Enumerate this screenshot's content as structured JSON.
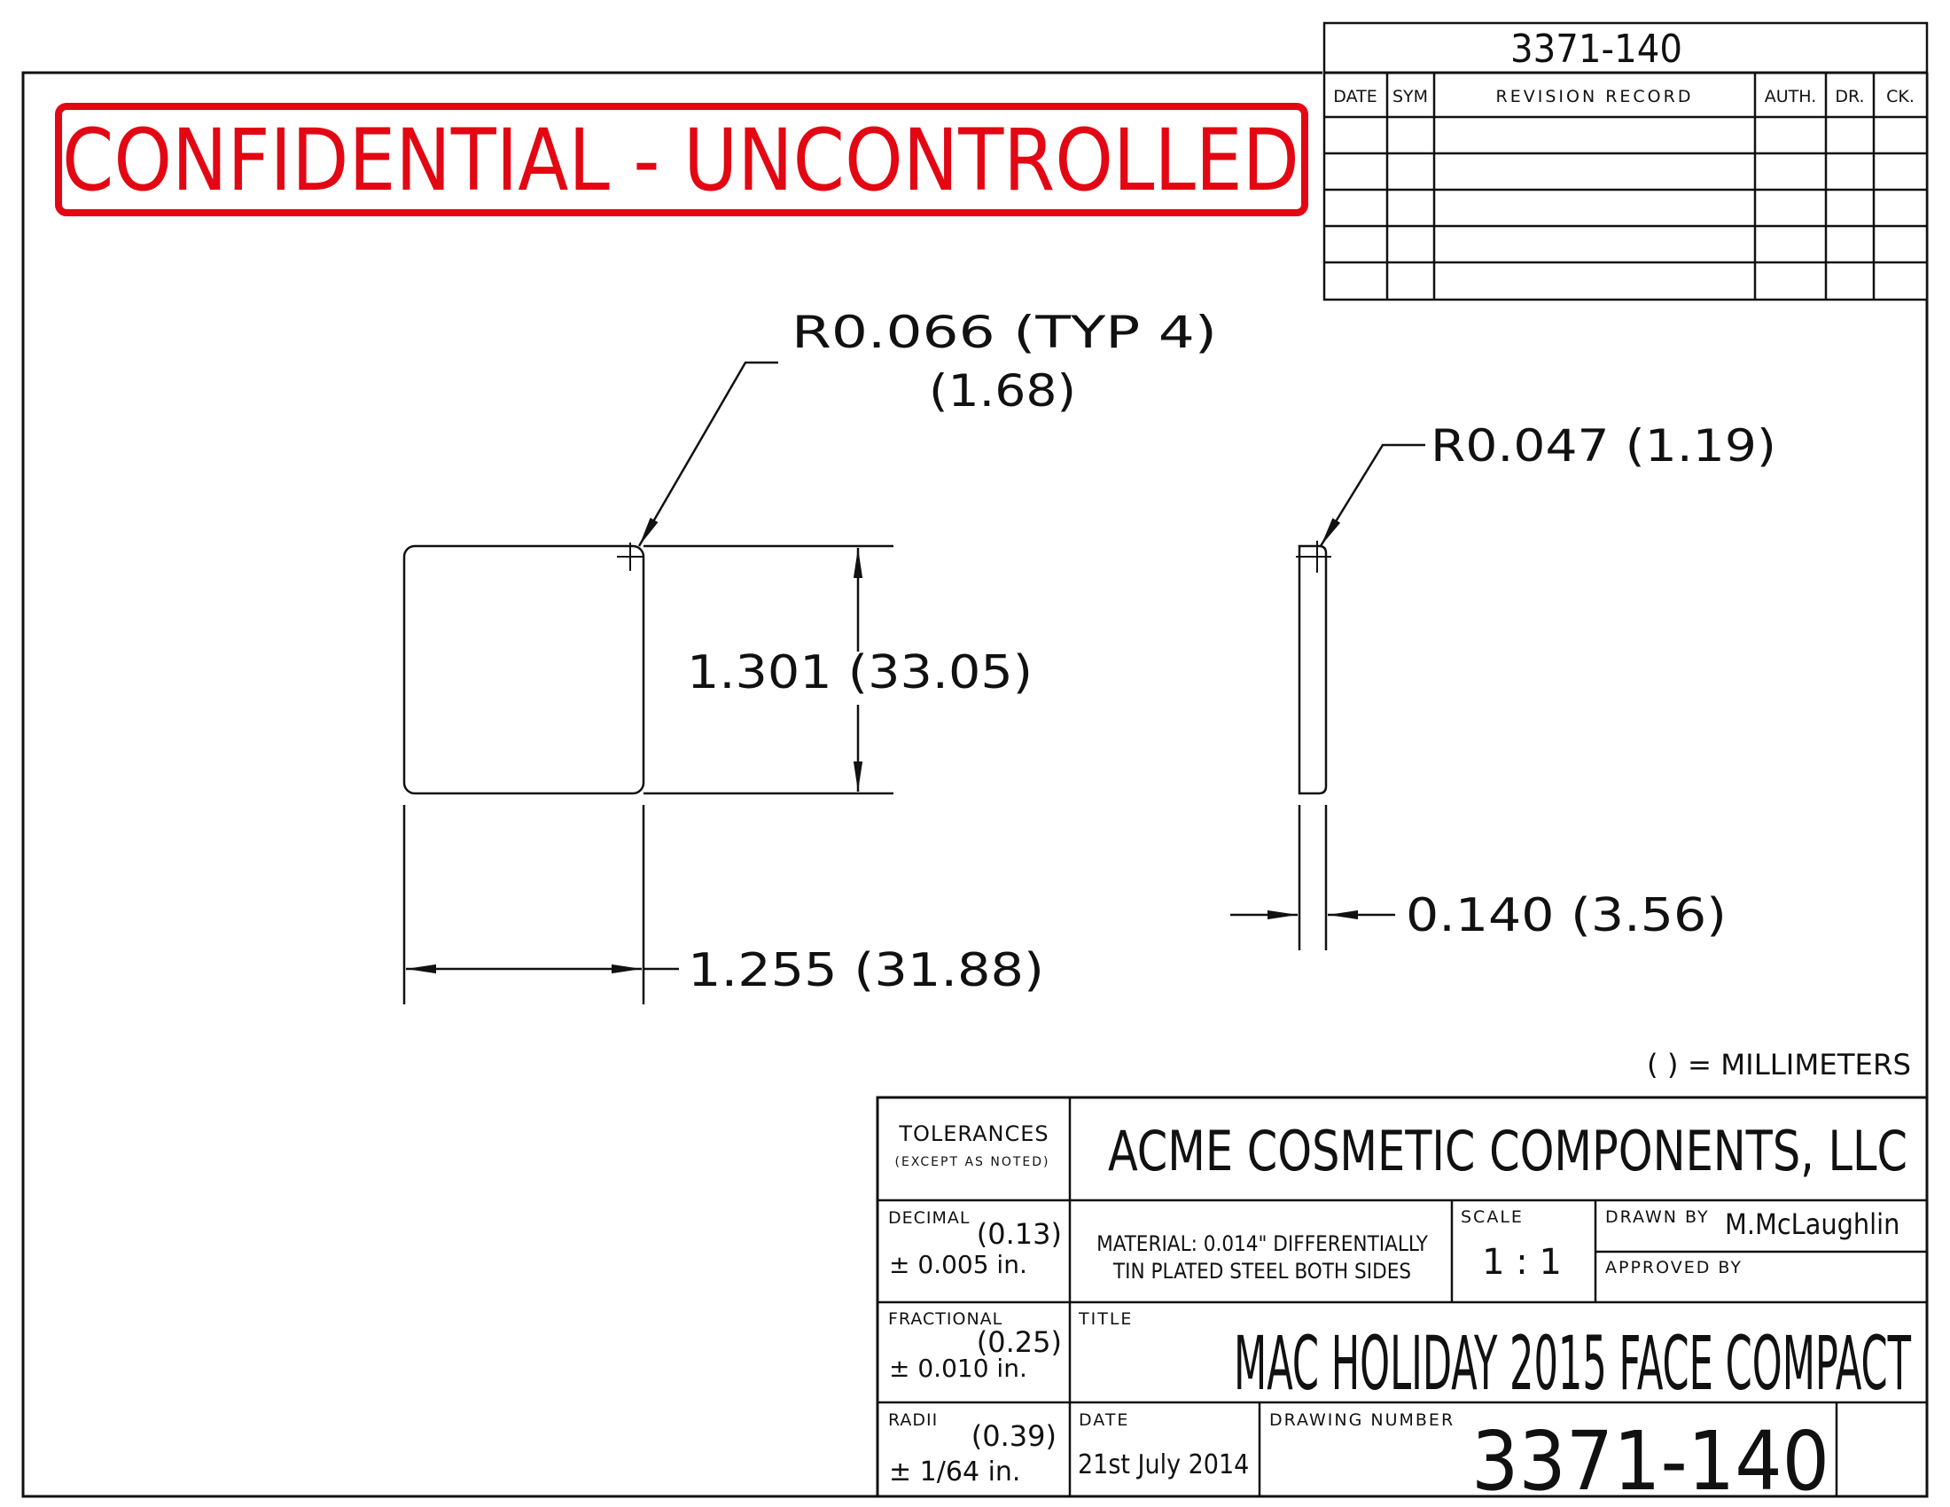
{
  "header": {
    "drawing_number_top": "3371-140",
    "revision_columns": [
      "DATE",
      "SYM",
      "REVISION RECORD",
      "AUTH.",
      "DR.",
      "CK."
    ]
  },
  "banner": {
    "text": "CONFIDENTIAL - UNCONTROLLED"
  },
  "dimensions": {
    "corner_radius_front": "R0.066 (TYP 4)",
    "corner_radius_front_mm": "(1.68)",
    "corner_radius_side": "R0.047 (1.19)",
    "height": "1.301 (33.05)",
    "width": "1.255 (31.88)",
    "thickness": "0.140 (3.56)",
    "units_note": "( ) = MILLIMETERS"
  },
  "title_block": {
    "tolerances_label": "TOLERANCES",
    "tolerances_sub": "(EXCEPT AS NOTED)",
    "company": "ACME COSMETIC COMPONENTS, LLC",
    "decimal_label": "DECIMAL",
    "decimal_mm": "(0.13)",
    "decimal_value": "± 0.005 in.",
    "fractional_label": "FRACTIONAL",
    "fractional_mm": "(0.25)",
    "fractional_value": "± 0.010 in.",
    "radii_label": "RADII",
    "radii_mm": "(0.39)",
    "radii_value": "± 1/64 in.",
    "material_line1": "MATERIAL: 0.014\" DIFFERENTIALLY",
    "material_line2": "TIN PLATED STEEL BOTH SIDES",
    "scale_label": "SCALE",
    "scale_value": "1 : 1",
    "drawn_by_label": "DRAWN BY",
    "drawn_by_value": "M.McLaughlin",
    "approved_by_label": "APPROVED BY",
    "title_label": "TITLE",
    "title_value": "MAC HOLIDAY 2015 FACE COMPACT",
    "date_label": "DATE",
    "date_value": "21st July 2014",
    "drawing_number_label": "DRAWING NUMBER",
    "drawing_number_value": "3371-140"
  }
}
